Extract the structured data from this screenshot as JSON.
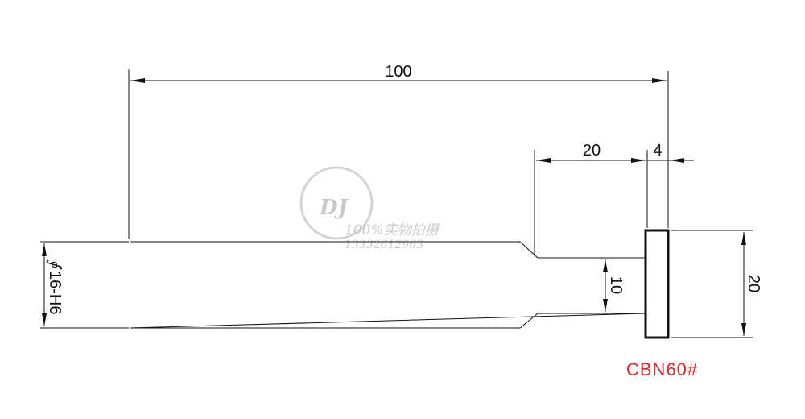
{
  "drawing": {
    "dimensions": {
      "overall_length": "100",
      "neck_length": "20",
      "head_thickness": "4",
      "neck_diameter": "10",
      "head_diameter": "20",
      "shank_diameter_symbol": "∮",
      "shank_diameter": "16-H6"
    },
    "grade_label": "CBN60#",
    "watermark": {
      "logo": "DJ",
      "caption": "100%实物拍摄",
      "phone": "13332612963"
    }
  },
  "colors": {
    "line": "#111111",
    "grade": "#e0262b",
    "watermark": "#c9c9c9"
  }
}
